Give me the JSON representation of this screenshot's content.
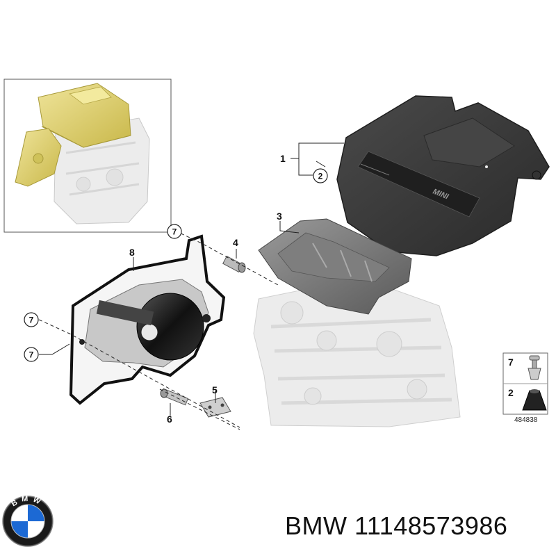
{
  "callouts": {
    "part_1": "1",
    "part_2": "2",
    "part_3": "3",
    "part_4": "4",
    "part_5": "5",
    "part_6": "6",
    "part_7a": "7",
    "part_7b": "7",
    "part_7c": "7",
    "part_8": "8"
  },
  "cover_brand": "MINI",
  "legend": {
    "item_7": "7",
    "item_2": "2",
    "reference_number": "484838"
  },
  "logo": {
    "letters": "BMW"
  },
  "caption": {
    "brand": "BMW",
    "part_number": "11148573986"
  },
  "colors": {
    "highlight": "#d9cc63",
    "cover": "#3a3a3a",
    "engine": "#e8e8e8",
    "logo_blue": "#1c69d4"
  }
}
